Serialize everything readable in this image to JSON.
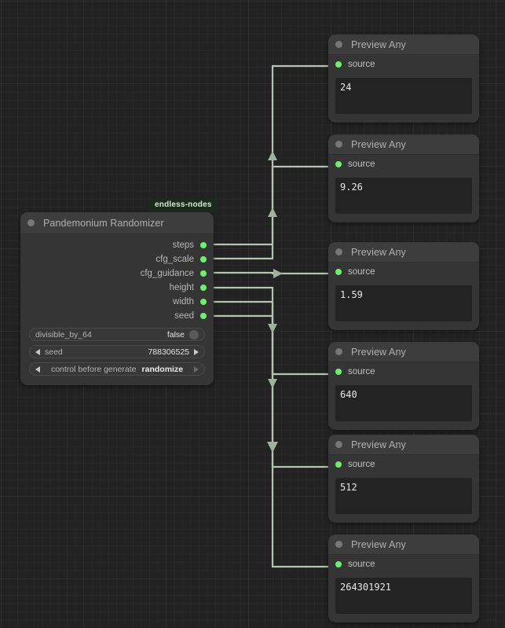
{
  "canvas": {
    "background_color": "#222222",
    "grid_color": "#2a2a2a",
    "link_color": "#b4c4b0"
  },
  "badge": {
    "label": "endless-nodes",
    "background_color": "#1b2b1b",
    "text_color": "#d8e8d8"
  },
  "randomizer_node": {
    "title": "Pandemonium Randomizer",
    "header_color": "#3d3d3d",
    "body_color": "#353535",
    "outputs": [
      {
        "label": "steps",
        "dot_color": "#6ef06e"
      },
      {
        "label": "cfg_scale",
        "dot_color": "#6ef06e"
      },
      {
        "label": "cfg_guidance",
        "dot_color": "#6ef06e"
      },
      {
        "label": "height",
        "dot_color": "#6ef06e"
      },
      {
        "label": "width",
        "dot_color": "#6ef06e"
      },
      {
        "label": "seed",
        "dot_color": "#6ef06e"
      }
    ],
    "widgets": [
      {
        "type": "toggle",
        "name": "divisible_by_64",
        "value": "false"
      },
      {
        "type": "number",
        "name": "seed",
        "value": "788306525"
      },
      {
        "type": "combo",
        "name": "control before generate",
        "value": "randomize"
      }
    ]
  },
  "preview_nodes": [
    {
      "title": "Preview Any",
      "input_label": "source",
      "value": "24"
    },
    {
      "title": "Preview Any",
      "input_label": "source",
      "value": "9.26"
    },
    {
      "title": "Preview Any",
      "input_label": "source",
      "value": "1.59"
    },
    {
      "title": "Preview Any",
      "input_label": "source",
      "value": "640"
    },
    {
      "title": "Preview Any",
      "input_label": "source",
      "value": "512"
    },
    {
      "title": "Preview Any",
      "input_label": "source",
      "value": "264301921"
    }
  ]
}
